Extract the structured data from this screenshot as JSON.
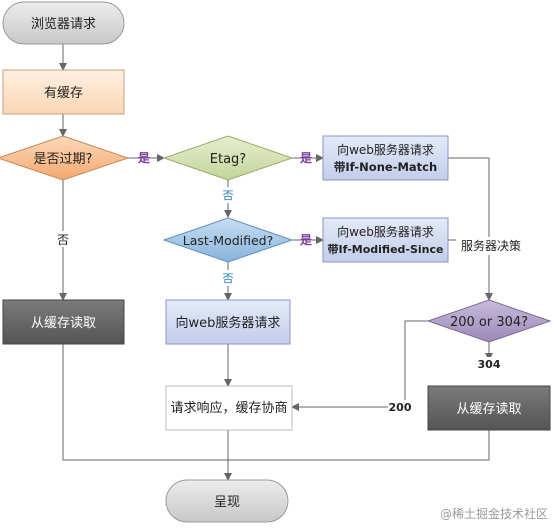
{
  "nodes": {
    "start": "浏览器请求",
    "has_cache": "有缓存",
    "expired": "是否过期?",
    "etag": "Etag?",
    "req_etag_line1": "向web服务器请求",
    "req_etag_line2": "带If-None-Match",
    "last_modified": "Last-Modified?",
    "req_lm_line1": "向web服务器请求",
    "req_lm_line2": "带If-Modified-Since",
    "read_cache_left": "从缓存读取",
    "req_server": "向web服务器请求",
    "response": "请求响应，缓存协商",
    "status_check": "200 or 304?",
    "read_cache_right": "从缓存读取",
    "render": "呈现"
  },
  "edge_labels": {
    "expired_yes": "是",
    "expired_no": "否",
    "etag_yes": "是",
    "etag_no": "否",
    "lm_yes": "是",
    "lm_no": "否",
    "server_decision": "服务器决策",
    "code_304": "304",
    "code_200": "200"
  },
  "watermark": "@稀土掘金技术社区",
  "colors": {
    "terminal_fill": "#d9d9d9",
    "cache_fill": "#fce4cc",
    "expired_fill": "#f9c49a",
    "etag_fill": "#d7e3b6",
    "lm_fill": "#a9cbe6",
    "request_fill": "#d2daf0",
    "read_fill": "#6b6b6b",
    "status_fill": "#b2a2c7",
    "response_fill": "#ffffff",
    "line": "#666666"
  }
}
